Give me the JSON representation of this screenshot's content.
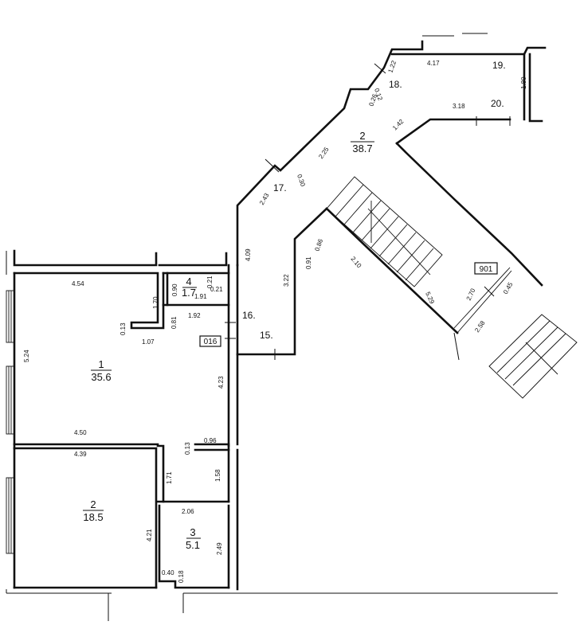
{
  "rooms": [
    {
      "id": "r1",
      "number": "1",
      "area": "35.6"
    },
    {
      "id": "r2",
      "number": "2",
      "area": "18.5"
    },
    {
      "id": "r3",
      "number": "3",
      "area": "5.1"
    },
    {
      "id": "r4",
      "number": "4",
      "area": "1.7"
    },
    {
      "id": "corr",
      "number": "2",
      "area": "38.7"
    }
  ],
  "boxed_labels": {
    "left": "016",
    "right": "901"
  },
  "point_labels": {
    "p15": "15.",
    "p16": "16.",
    "p17": "17.",
    "p18": "18.",
    "p19": "19.",
    "p20": "20."
  },
  "dimensions": {
    "d454": "4.54",
    "d524": "5.24",
    "d170": "1.70",
    "d013a": "0.13",
    "d107": "1.07",
    "d081": "0.81",
    "d192": "1.92",
    "d090": "0.90",
    "d021a": "0.21",
    "d021b": "0.21",
    "d191": "1.91",
    "d423": "4.23",
    "d409": "4.09",
    "d322": "3.22",
    "d450": "4.50",
    "d013b": "0.13",
    "d096": "0.96",
    "d439": "4.39",
    "d171": "1.71",
    "d158": "1.58",
    "d206": "2.06",
    "d421": "4.21",
    "d249": "2.49",
    "d040": "0.40",
    "d018": "0.18",
    "d243": "2.43",
    "d030": "0.30",
    "d225": "2.25",
    "d142": "1.42",
    "d318": "3.18",
    "d417": "4.17",
    "d122": "1.22",
    "d012": "0.12",
    "d026": "0.26",
    "d180": "1.80",
    "d091": "0.91",
    "d086": "0.86",
    "d210": "2.10",
    "d529": "5.29",
    "d270": "2.70",
    "d258": "2.58",
    "d045": "0.45"
  }
}
